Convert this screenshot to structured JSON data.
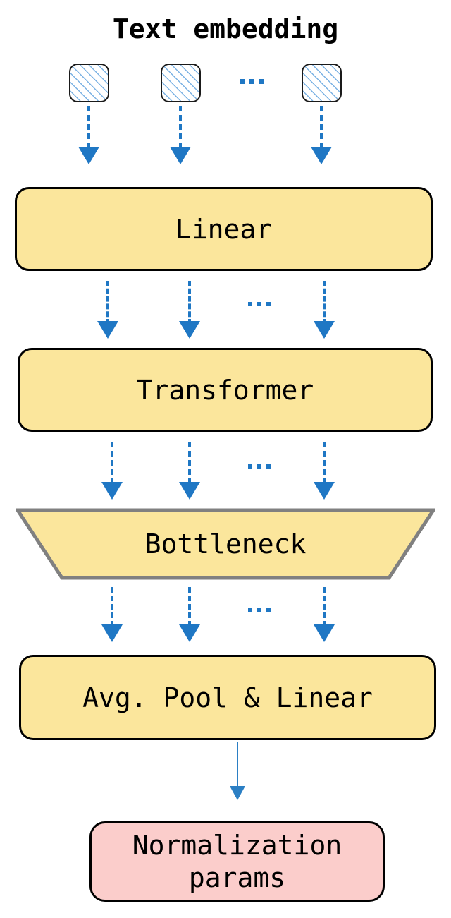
{
  "diagram": {
    "title": "Text embedding",
    "background_color": "#ffffff",
    "accent_blue": "#1f77c4",
    "hatch_blue": "#74aee2",
    "block_yellow": "#fbe69c",
    "block_pink": "#fbcdcb",
    "trapezoid_border_gray": "#808080",
    "ellipsis": "..."
  },
  "tokens": [
    {
      "name": "token-1",
      "hatch": "diagonal"
    },
    {
      "name": "token-2",
      "hatch": "diagonal"
    },
    {
      "name": "token-n",
      "hatch": "diagonal"
    }
  ],
  "blocks": {
    "linear": {
      "label": "Linear",
      "shape": "rounded-rect",
      "fill": "#fbe69c"
    },
    "transformer": {
      "label": "Transformer",
      "shape": "rounded-rect",
      "fill": "#fbe69c"
    },
    "bottleneck": {
      "label": "Bottleneck",
      "shape": "trapezoid",
      "fill": "#fbe69c"
    },
    "avgpool": {
      "label": "Avg. Pool & Linear",
      "shape": "rounded-rect",
      "fill": "#fbe69c"
    },
    "output": {
      "label": "Normalization\nparams",
      "shape": "rounded-rect",
      "fill": "#fbcdcb"
    }
  },
  "connections": {
    "tokens_to_linear": {
      "style": "dashed",
      "count": 3
    },
    "linear_to_transformer": {
      "style": "dashed",
      "count": 3
    },
    "transformer_to_bottleneck": {
      "style": "dashed",
      "count": 3
    },
    "bottleneck_to_avgpool": {
      "style": "dashed",
      "count": 3
    },
    "avgpool_to_output": {
      "style": "solid",
      "count": 1
    }
  }
}
